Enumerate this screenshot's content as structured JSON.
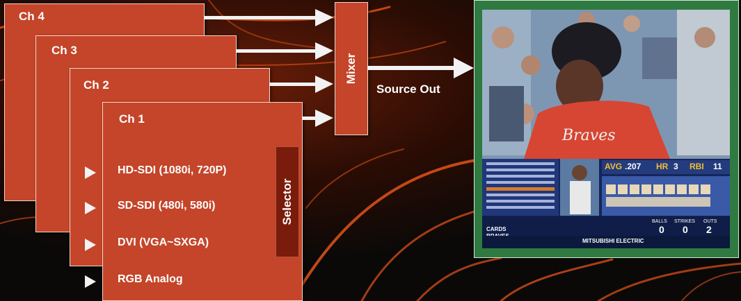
{
  "channels": [
    {
      "label": "Ch 4"
    },
    {
      "label": "Ch 3"
    },
    {
      "label": "Ch 2"
    },
    {
      "label": "Ch 1"
    }
  ],
  "inputs": [
    "HD-SDI (1080i, 720P)",
    "SD-SDI (480i, 580i)",
    "DVI (VGA~SXGA)",
    "RGB Analog"
  ],
  "selector_label": "Selector",
  "mixer_label": "Mixer",
  "source_out_label": "Source Out",
  "monitor": {
    "brand": "MITSUBISHI ELECTRIC",
    "scoreboard": {
      "avg_label": "AVG",
      "avg": ".207",
      "hr_label": "HR",
      "hr": "3",
      "rbi_label": "RBI",
      "rbi": "11",
      "teams": [
        "CARDS",
        "BRAVES"
      ],
      "count_labels": [
        "BALLS",
        "STRIKES",
        "OUTS"
      ],
      "count": [
        "0",
        "0",
        "2"
      ]
    }
  },
  "colors": {
    "card": "#c4452a",
    "selector": "#7a1c0c",
    "monitor_frame": "#2f7a40",
    "arrow": "#f2f2f2",
    "background": "#0a0908"
  },
  "icons": [
    "play-triangle-icon",
    "right-arrow-icon"
  ]
}
